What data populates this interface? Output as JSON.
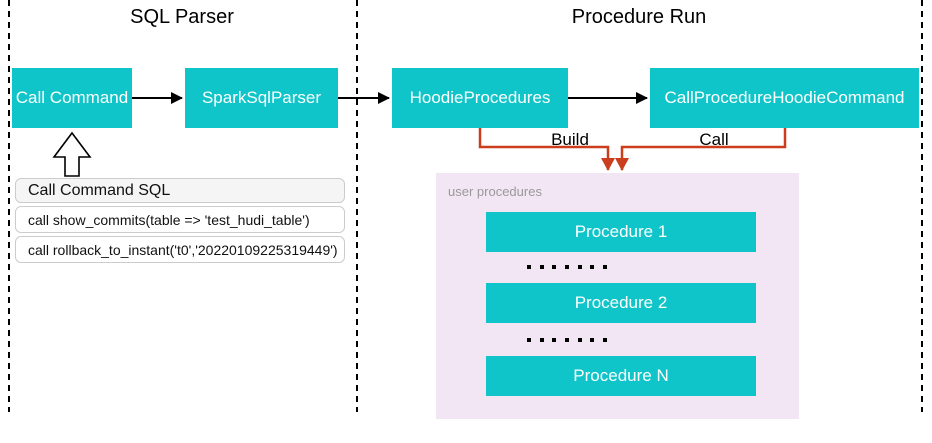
{
  "sections": [
    {
      "title": "SQL Parser"
    },
    {
      "title": "Procedure Run"
    }
  ],
  "nodes": {
    "call_command": "Call Command",
    "spark_sql_parser": "SparkSqlParser",
    "hoodie_procedures": "HoodieProcedures",
    "call_procedure_hoodie_command": "CallProcedureHoodieCommand"
  },
  "edge_labels": {
    "build": "Build",
    "call": "Call"
  },
  "sql_panel": {
    "title": "Call Command SQL",
    "rows": [
      "call show_commits(table => 'test_hudi_table')",
      "call rollback_to_instant('t0','20220109225319449')"
    ]
  },
  "procedures_panel": {
    "label": "user procedures",
    "items": [
      "Procedure 1",
      "Procedure 2",
      "Procedure N"
    ]
  },
  "colors": {
    "node_teal": "#0fc5c9",
    "panel_pink": "#f3e6f4",
    "connector_orange": "#cb3e1d",
    "connector_black": "#000000",
    "muted_text": "#999999",
    "sql_header_bg": "#f5f5f5",
    "sql_border": "#cccccc"
  }
}
